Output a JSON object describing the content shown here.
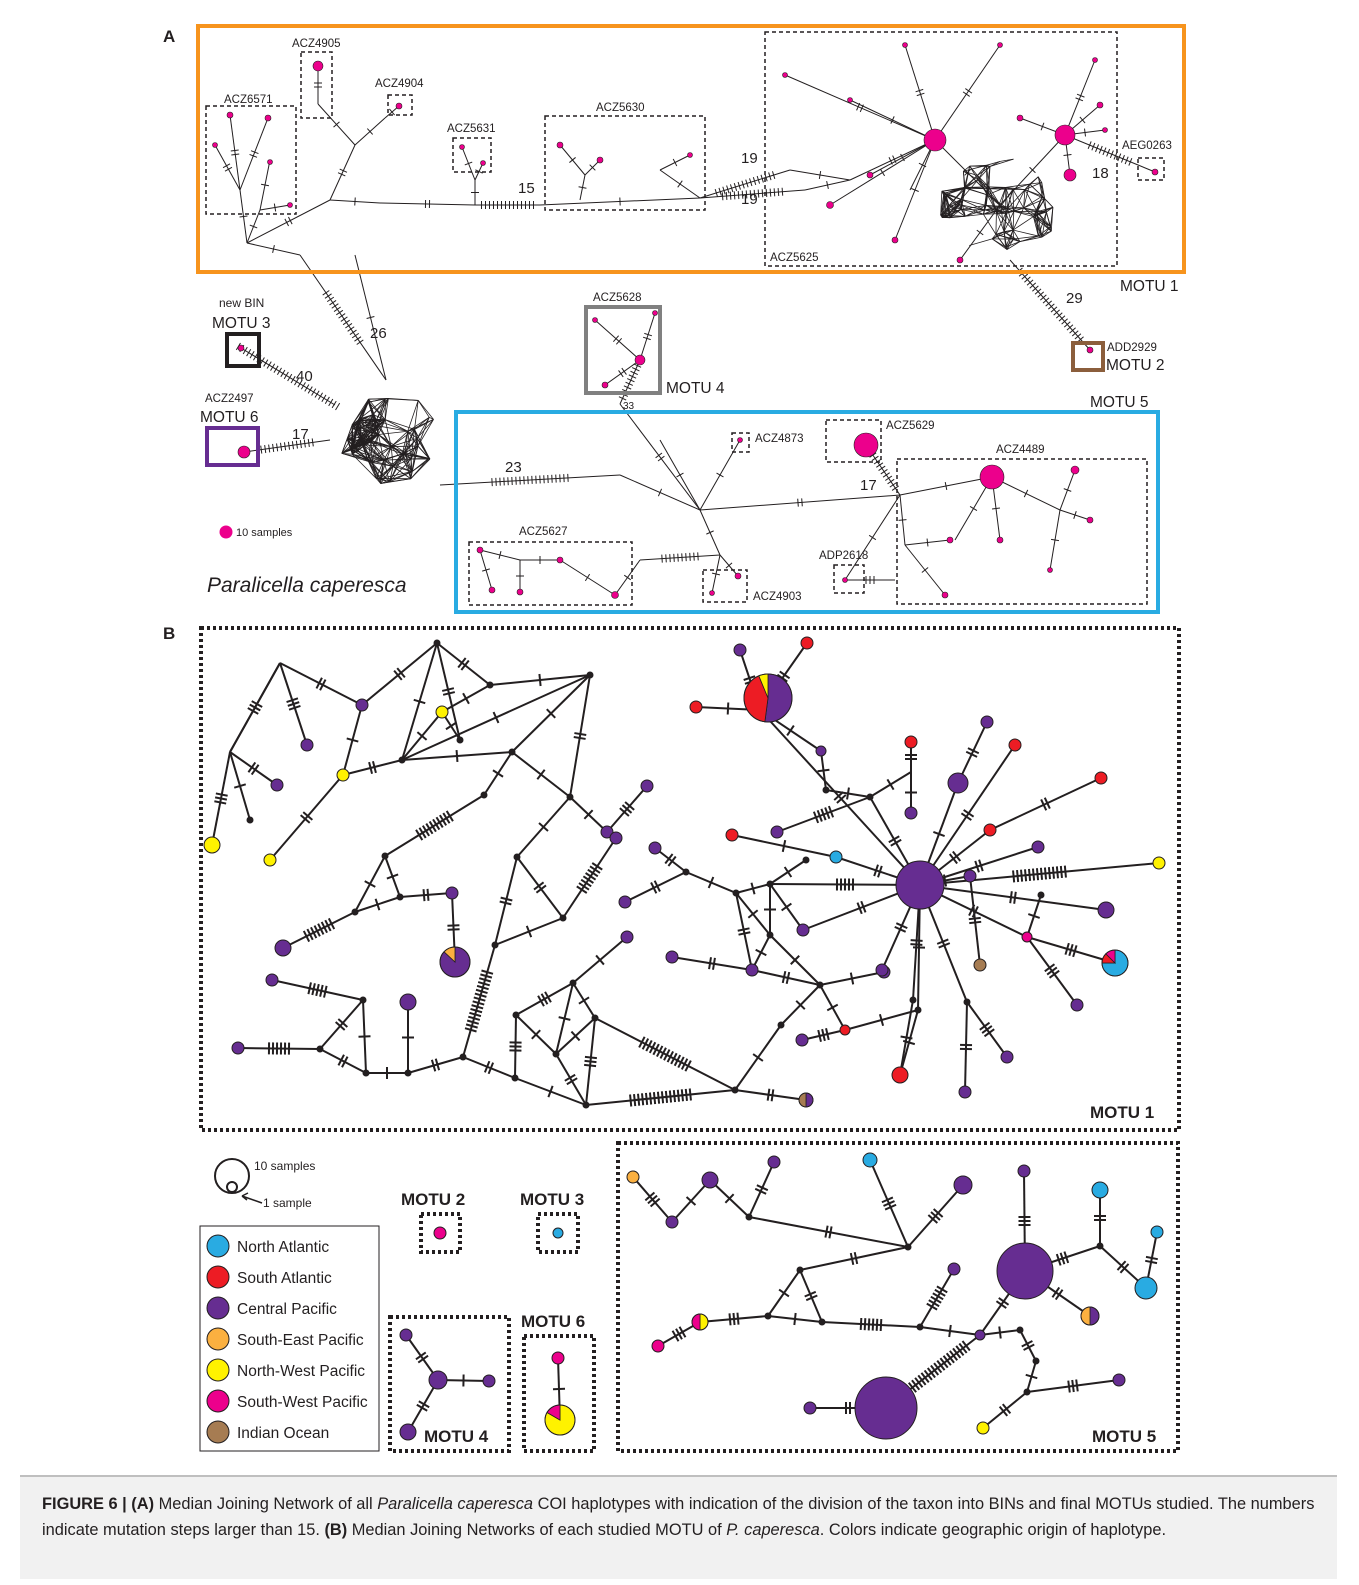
{
  "panel_a": {
    "letter": "A",
    "bins": [
      "ACZ4905",
      "ACZ4904",
      "ACZ6571",
      "ACZ5631",
      "ACZ5630",
      "AEG0263",
      "ACZ5625",
      "ACZ5628",
      "ADD2929",
      "ACZ2497",
      "ACZ4873",
      "ACZ5629",
      "ACZ4489",
      "ACZ5627",
      "ADP2618",
      "ACZ4903"
    ],
    "steps": [
      "15",
      "19",
      "19",
      "18",
      "29",
      "26",
      "40",
      "17",
      "23",
      "17",
      "33"
    ],
    "motu_labels": [
      "MOTU 1",
      "MOTU 2",
      "MOTU 3",
      "MOTU 4",
      "MOTU 5",
      "MOTU 6"
    ],
    "new_bin": "new BIN",
    "scale_label": "10 samples",
    "species": "Paralicella caperesca"
  },
  "panel_b": {
    "letter": "B",
    "motu_labels": [
      "MOTU 1",
      "MOTU 2",
      "MOTU 3",
      "MOTU 4",
      "MOTU 5",
      "MOTU 6"
    ],
    "scale_big": "10 samples",
    "scale_small": "1 sample",
    "legend": [
      {
        "label": "North Atlantic",
        "color": "#29abe2"
      },
      {
        "label": "South Atlantic",
        "color": "#ed1c24"
      },
      {
        "label": "Central Pacific",
        "color": "#662d91"
      },
      {
        "label": "South-East Pacific",
        "color": "#fbb040"
      },
      {
        "label": "North-West Pacific",
        "color": "#fff200"
      },
      {
        "label": "South-West Pacific",
        "color": "#ec008c"
      },
      {
        "label": "Indian Ocean",
        "color": "#a67c52"
      }
    ]
  },
  "colors": {
    "motu1_box": "#f7941d",
    "motu2_box": "#8b5e3c",
    "motu3_box": "#231f20",
    "motu4_box": "#808080",
    "motu5_box": "#29abe2",
    "motu6_box": "#662d91",
    "haplotype": "#ec008c"
  },
  "caption": {
    "label": "FIGURE 6 | (A)",
    "part1": " Median Joining Network of all ",
    "italic1": "Paralicella caperesca",
    "part2": " COI haplotypes with indication of the division of the taxon into BINs and final MOTUs studied. The numbers indicate mutation steps larger than 15. ",
    "label_b": "(B)",
    "part3": " Median Joining Networks of each studied MOTU of ",
    "italic2": "P. caperesca",
    "part4": ". Colors indicate geographic origin of haplotype."
  }
}
